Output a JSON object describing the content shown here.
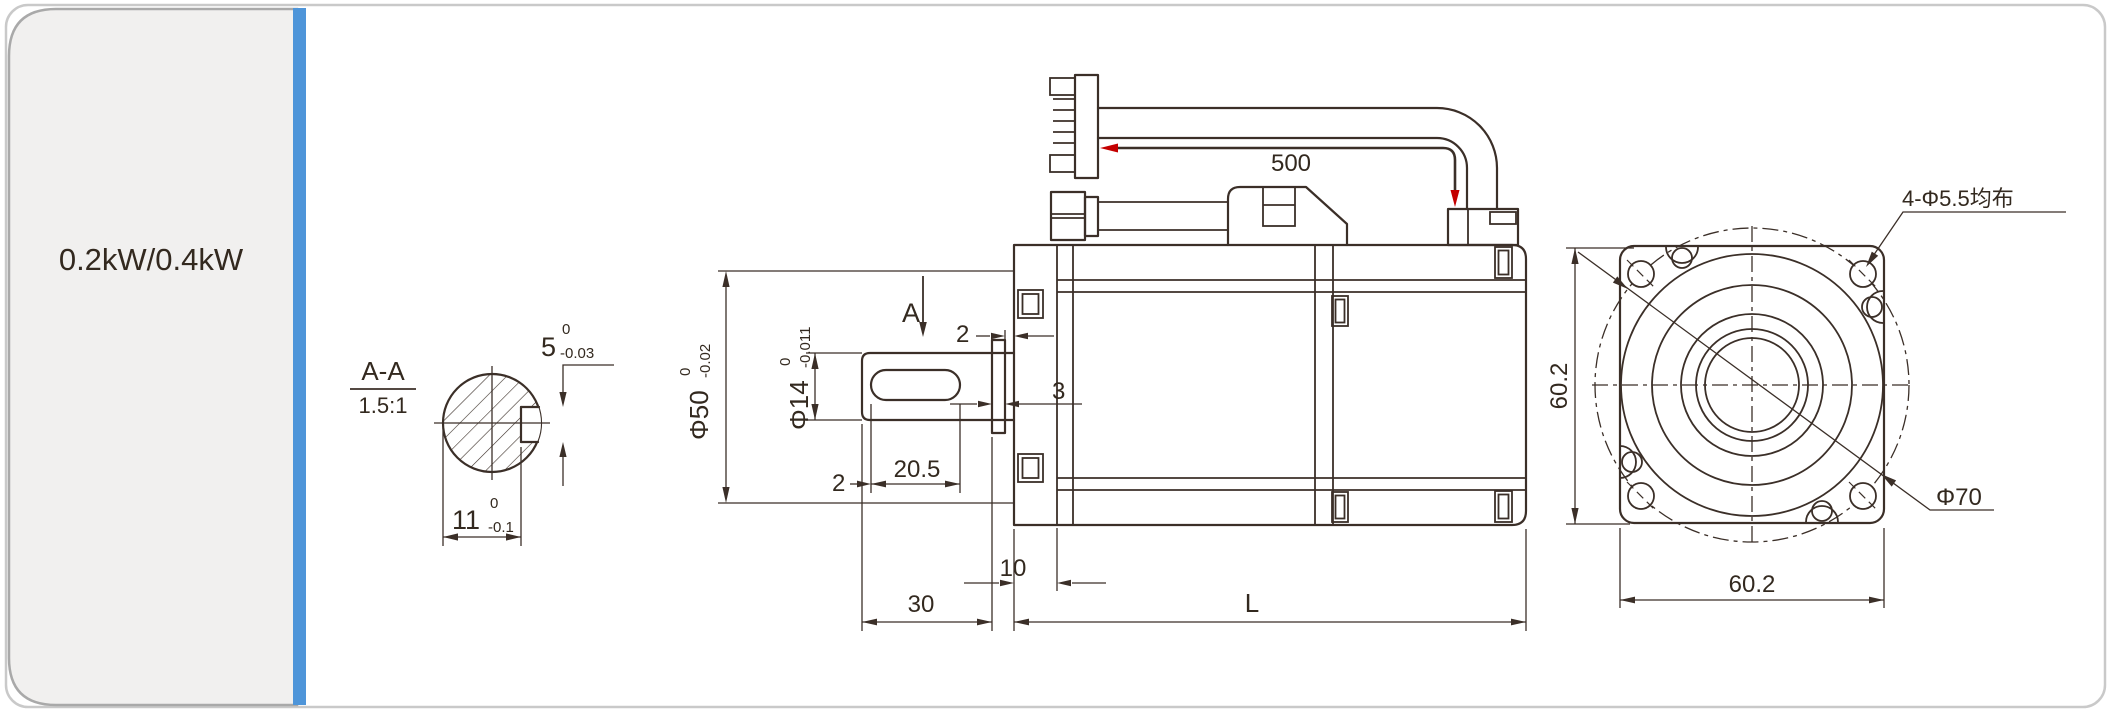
{
  "panel": {
    "power_label": "0.2kW/0.4kW"
  },
  "section_view": {
    "title": "A-A",
    "scale_label": "1.5:1",
    "flat_height": {
      "value": "5",
      "tol_upper": "0",
      "tol_lower": "-0.03"
    },
    "across_flat": {
      "value": "11",
      "tol_upper": "0",
      "tol_lower": "-0.1"
    }
  },
  "side_view": {
    "section_arrow_label": "A",
    "cable_length": "500",
    "shaft_end_chamfer": "2",
    "keyway_length": "20.5",
    "slinger_gap": "2",
    "slinger_thickness": "3",
    "shaft_dia": {
      "value": "Φ14",
      "tol_upper": "0",
      "tol_lower": "-0.011"
    },
    "pilot_dia": {
      "value": "Φ50",
      "tol_upper": "0",
      "tol_lower": "-0.02"
    },
    "shaft_extension": "30",
    "flange_thickness": "10",
    "body_length": "L"
  },
  "front_view": {
    "flange_width": "60.2",
    "flange_height": "60.2",
    "bolt_circle_dia": "Φ70",
    "mounting_holes_note": "4-Φ5.5均布"
  },
  "colors": {
    "line": "#3b2f28",
    "red_arrow": "#c40000",
    "accent_blue": "#4e95d9",
    "panel_bg": "#f1f0ef"
  }
}
